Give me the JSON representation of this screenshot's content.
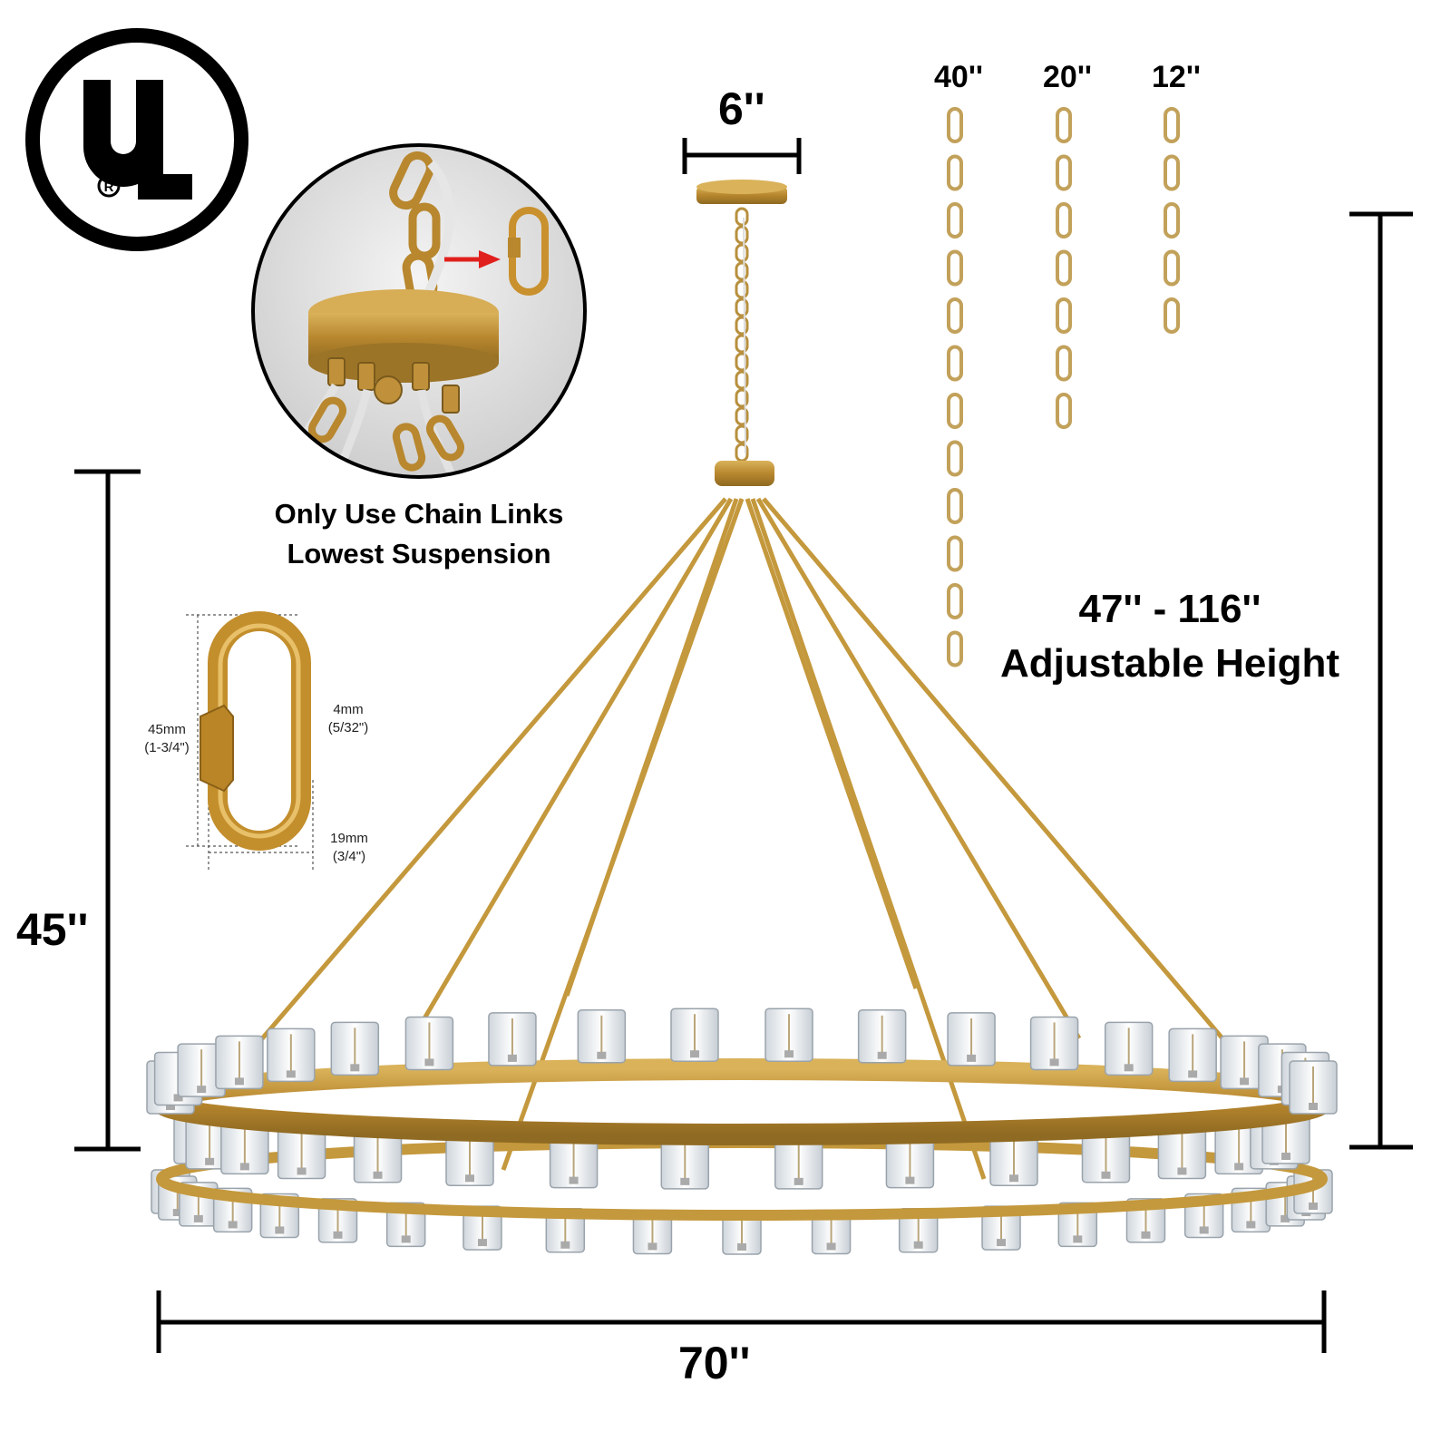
{
  "badge": {
    "left_letter": "U",
    "right_letter": "L",
    "registered_mark": "®"
  },
  "colors": {
    "brass": "#c4983c",
    "brass_dark": "#8f6a22",
    "chain": "#c2a15a",
    "arrow": "#e0201c",
    "ink": "#000000",
    "crystal": "#eef1f4"
  },
  "dimensions": {
    "canopy_width": "6''",
    "fixture_height": "45''",
    "fixture_width": "70''",
    "adjustable_height_range": "47'' - 116''",
    "adjustable_height_label": "Adjustable Height"
  },
  "chains": [
    {
      "label": "40''",
      "links": 12
    },
    {
      "label": "20''",
      "links": 7
    },
    {
      "label": "12''",
      "links": 5
    }
  ],
  "notice": {
    "line1": "Only Use Chain Links",
    "line2": "Lowest Suspension"
  },
  "link_spec": {
    "length_mm": "45mm",
    "length_in": "(1-3/4\")",
    "wire_mm": "4mm",
    "wire_in": "(5/32\")",
    "width_mm": "19mm",
    "width_in": "(3/4\")"
  },
  "fixture": {
    "top_ring_lights": 20,
    "bottom_ring_lights": 21,
    "support_rods": 8
  }
}
